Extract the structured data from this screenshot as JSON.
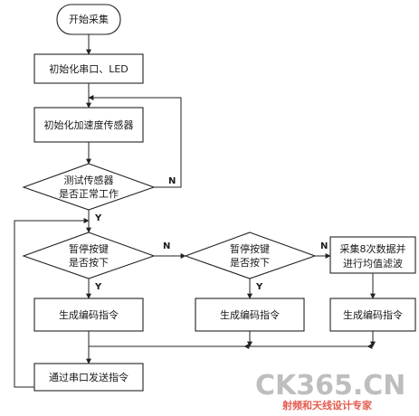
{
  "nodes": {
    "start": "开始采集",
    "init_uart_led": "初始化串口、LED",
    "init_sensor": "初始化加速度传感器",
    "test_sensor": [
      "测试传感器",
      "是否正常工作"
    ],
    "pause1": [
      "暂停按键",
      "是否按下"
    ],
    "pause2": [
      "暂停按键",
      "是否按下"
    ],
    "collect": [
      "采集8次数据并",
      "进行均值滤波"
    ],
    "gen1": "生成编码指令",
    "gen2": "生成编码指令",
    "gen3": "生成编码指令",
    "send": "通过串口发送指令"
  },
  "labels": {
    "yes": "Y",
    "no": "N"
  },
  "watermark": {
    "brand": "CK365.CN",
    "slogan": "射频和天线设计专家"
  },
  "colors": {
    "line": "#222222",
    "watermark_gray": "#b8b8b8",
    "watermark_red": "#e24a3b"
  }
}
